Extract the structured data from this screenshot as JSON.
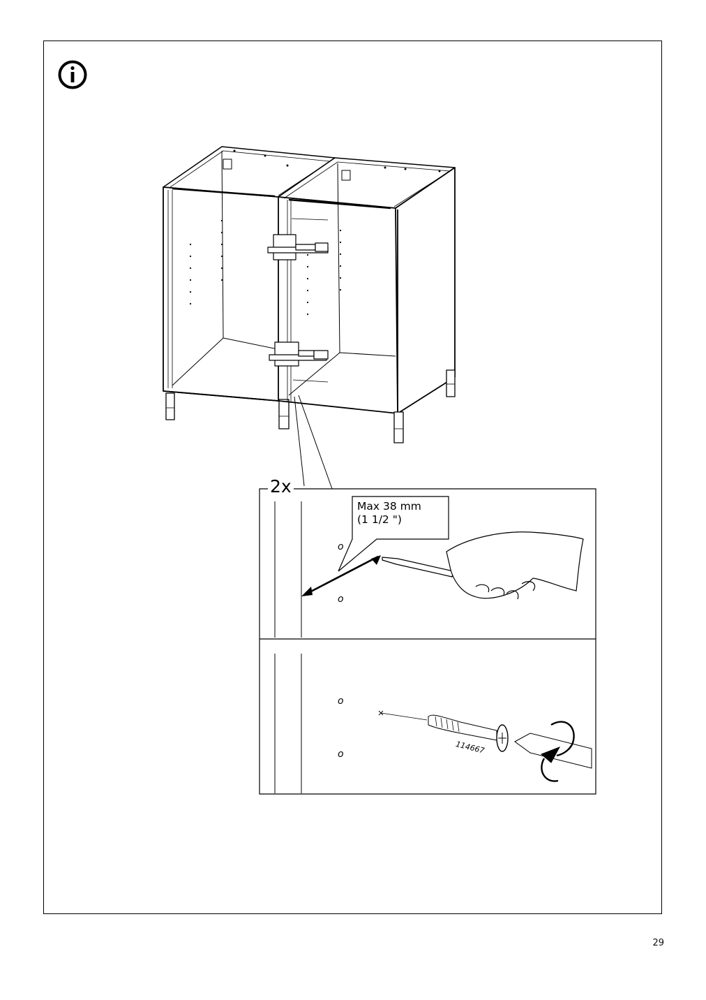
{
  "page": {
    "number": "29"
  },
  "info_icon": {
    "name": "info-icon"
  },
  "detail": {
    "count": "2x",
    "callout": {
      "line1": "Max 38 mm",
      "line2": "(1 1/2 \")"
    },
    "hole_marks": [
      "o",
      "o",
      "o",
      "o"
    ],
    "screw_part_number": "114667"
  }
}
